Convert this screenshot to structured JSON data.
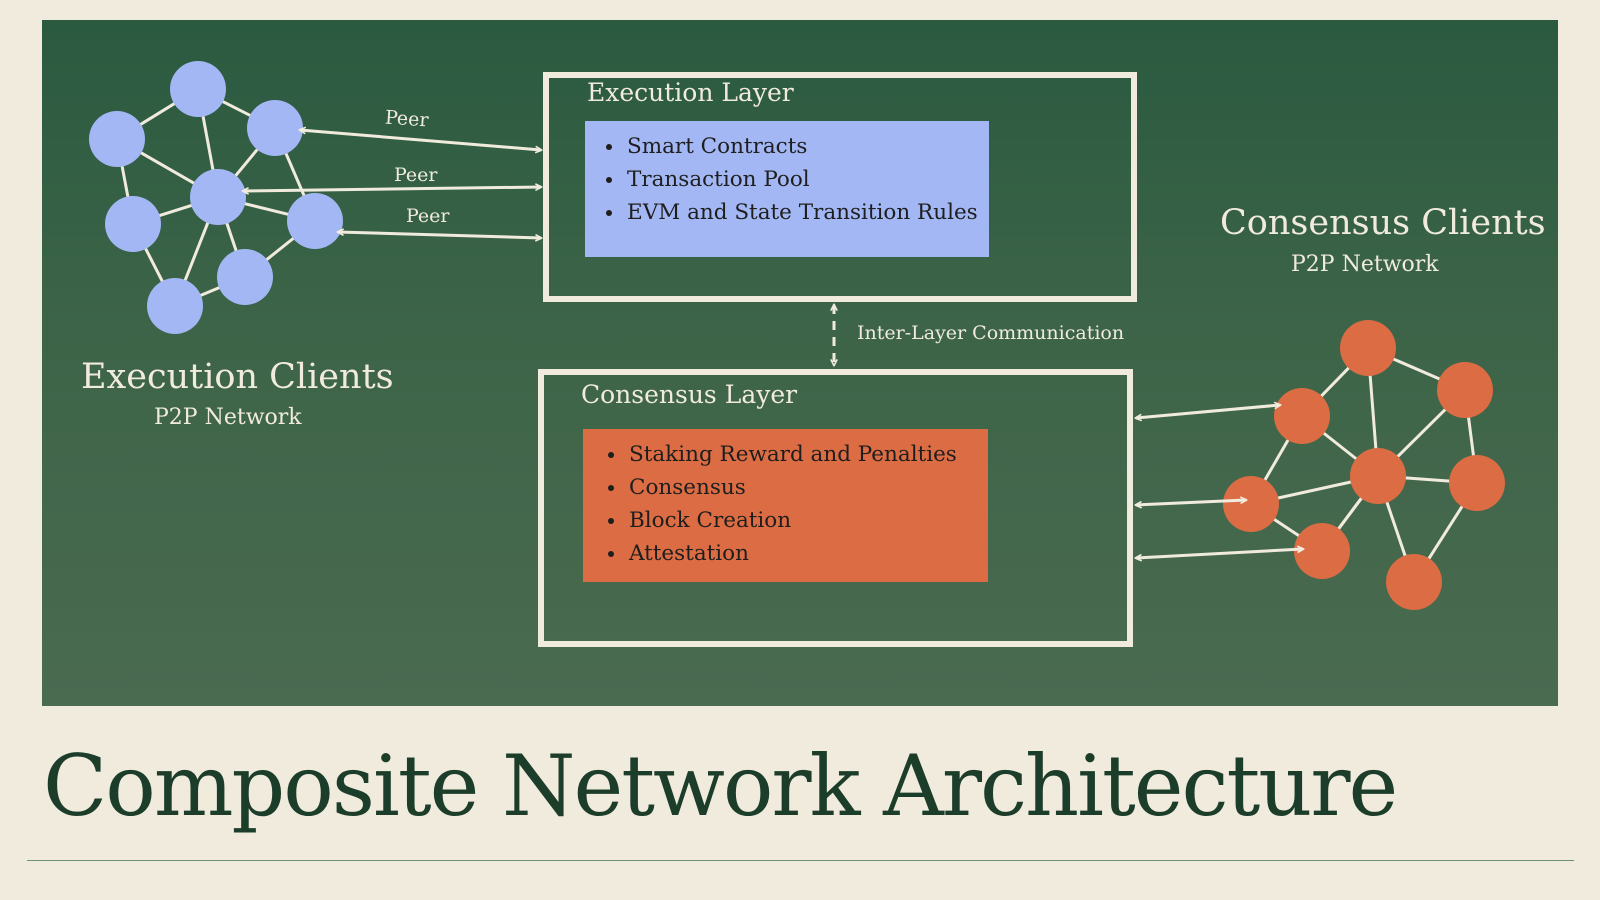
{
  "execution_layer": {
    "title": "Execution Layer",
    "items": [
      "Smart Contracts",
      "Transaction Pool",
      "EVM and State Transition Rules"
    ]
  },
  "consensus_layer": {
    "title": "Consensus Layer",
    "items": [
      "Staking Reward and Penalties",
      "Consensus",
      "Block Creation",
      "Attestation"
    ]
  },
  "execution_clients": {
    "title": "Execution Clients",
    "subtitle": "P2P Network",
    "peer_labels": [
      "Peer",
      "Peer",
      "Peer"
    ]
  },
  "consensus_clients": {
    "title": "Consensus Clients",
    "subtitle": "P2P Network"
  },
  "inter_layer_label": "Inter-Layer Communication",
  "page_title": "Composite Network Architecture",
  "colors": {
    "background": "#f1ebdd",
    "panel": "#2f5a41",
    "execution": "#a2b7f4",
    "consensus": "#dc6c43",
    "arrow": "#f1ebdd",
    "title": "#1b3d2a"
  }
}
